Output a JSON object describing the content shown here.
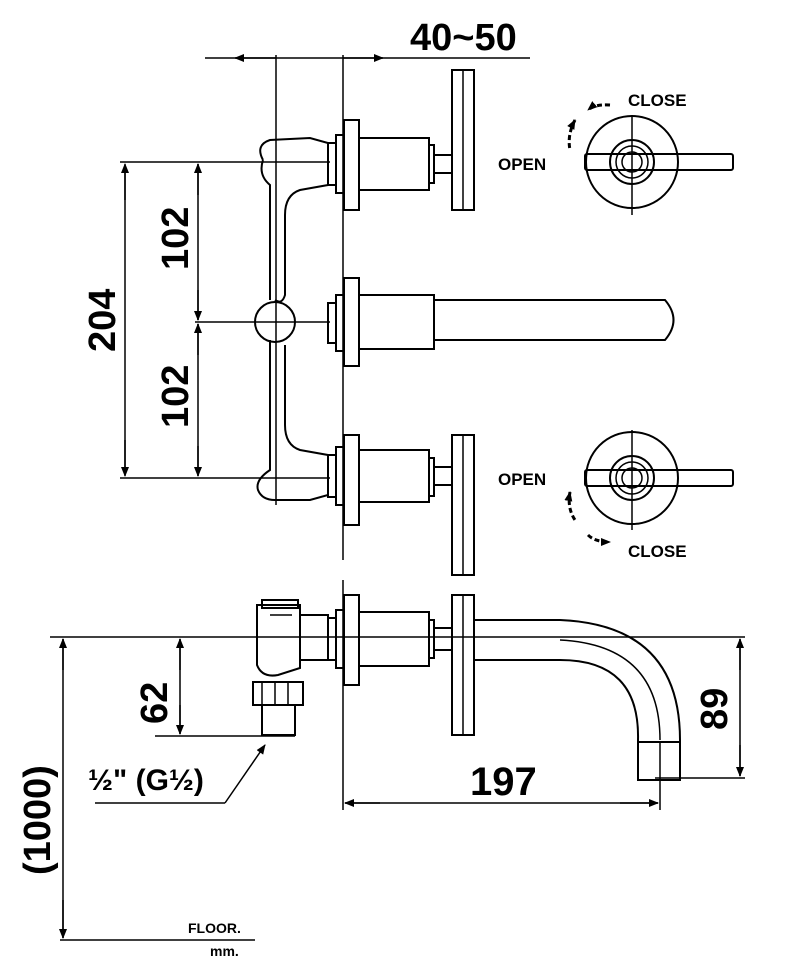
{
  "dimensions": {
    "wall_thickness": "40~50",
    "handle_spacing_total": "204",
    "handle_spacing_upper": "102",
    "handle_spacing_lower": "102",
    "inlet_height": "62",
    "spout_height": "89",
    "spout_length": "197",
    "floor_height": "(1000)"
  },
  "labels": {
    "close_top": "CLOSE",
    "open_top": "OPEN",
    "open_bottom": "OPEN",
    "close_bottom": "CLOSE",
    "thread": "½\" (G½)",
    "floor": "FLOOR.",
    "units": "mm."
  }
}
